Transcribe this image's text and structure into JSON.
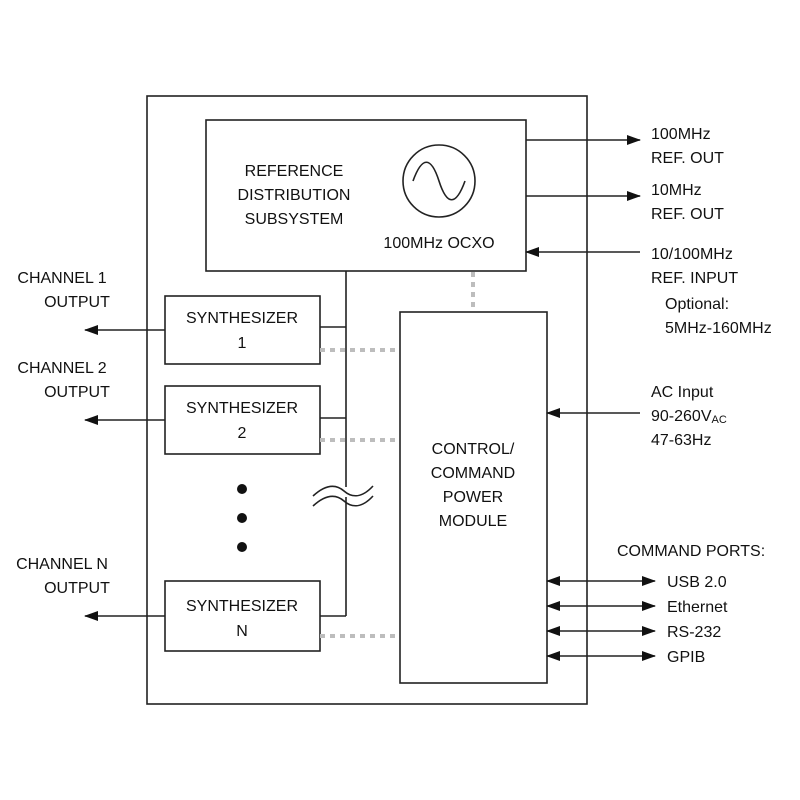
{
  "diagram": {
    "reference_subsystem": {
      "label": [
        "REFERENCE",
        "DISTRIBUTION",
        "SUBSYSTEM"
      ],
      "oscillator_label": "100MHz OCXO",
      "oscillator_icon": "sine-wave-icon"
    },
    "synthesizers": [
      {
        "line1": "SYNTHESIZER",
        "line2": "1"
      },
      {
        "line1": "SYNTHESIZER",
        "line2": "2"
      },
      {
        "line1": "SYNTHESIZER",
        "line2": "N"
      }
    ],
    "control_module": {
      "label": [
        "CONTROL/",
        "COMMAND",
        "POWER",
        "MODULE"
      ]
    },
    "outputs": [
      {
        "line1": "CHANNEL 1",
        "line2": "OUTPUT"
      },
      {
        "line1": "CHANNEL 2",
        "line2": "OUTPUT"
      },
      {
        "line1": "CHANNEL N",
        "line2": "OUTPUT"
      }
    ],
    "ref_out_100": [
      "100MHz",
      "REF. OUT"
    ],
    "ref_out_10": [
      "10MHz",
      "REF. OUT"
    ],
    "ref_input": [
      "10/100MHz",
      "REF. INPUT"
    ],
    "ref_optional": [
      "Optional:",
      "5MHz-160MHz"
    ],
    "ac_input": {
      "line1": "AC Input",
      "line2_main": "90-260V",
      "line2_sub": "AC",
      "line3": "47-63Hz"
    },
    "command_ports": {
      "title": "COMMAND PORTS:",
      "ports": [
        "USB 2.0",
        "Ethernet",
        "RS-232",
        "GPIB"
      ]
    }
  }
}
